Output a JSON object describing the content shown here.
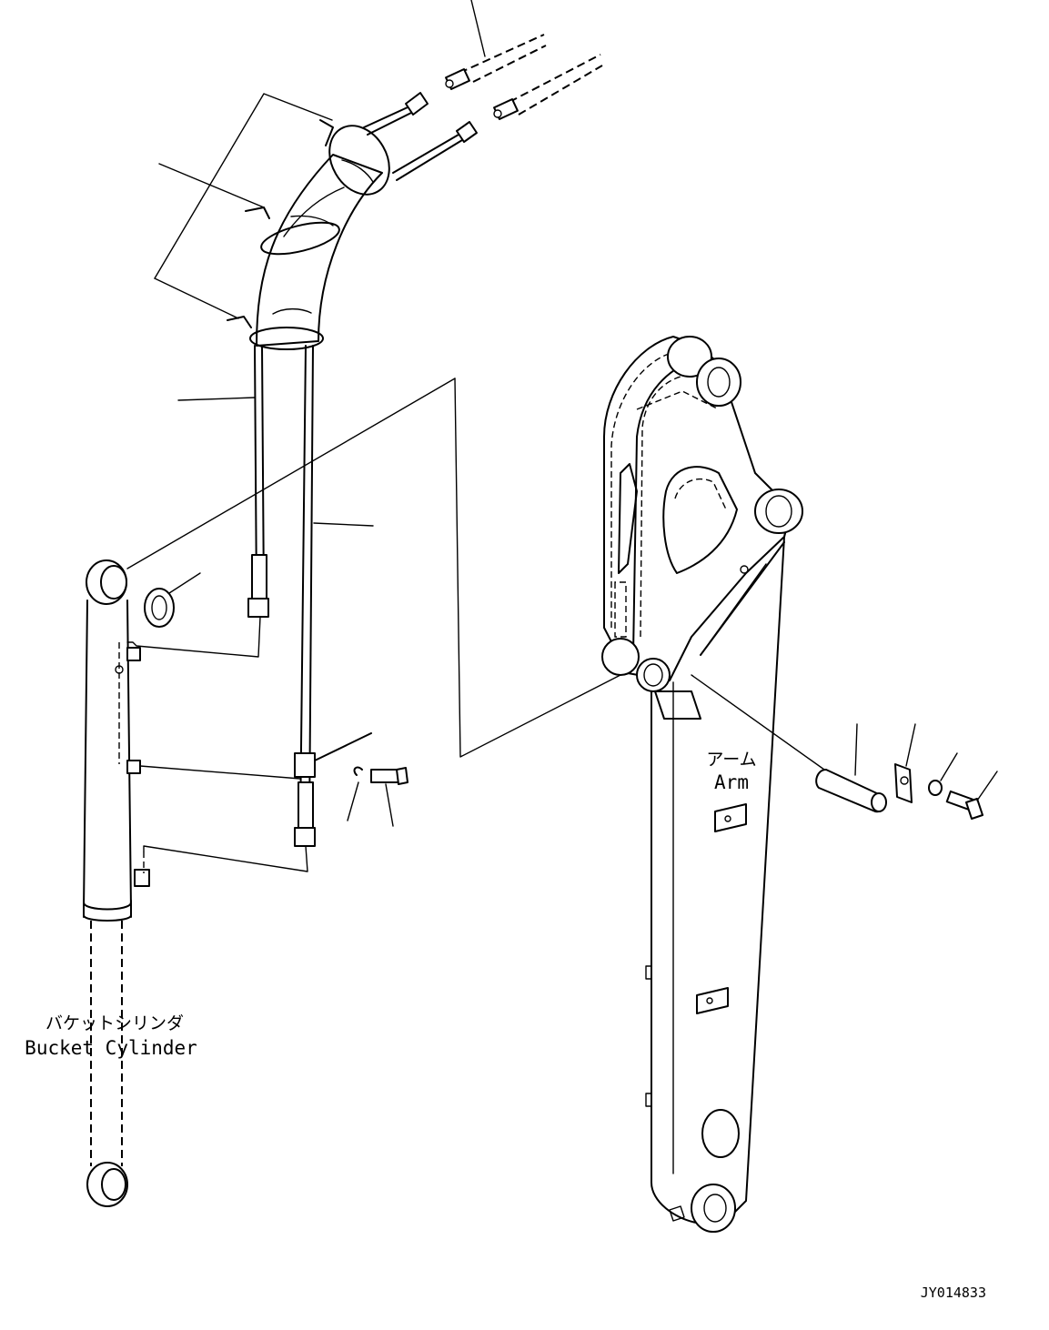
{
  "labels": {
    "bucket_cylinder_jp": "バケットシリンダ",
    "bucket_cylinder_en": "Bucket Cylinder",
    "arm_jp": "アーム",
    "arm_en": "Arm",
    "drawing_number": "JY014833"
  }
}
